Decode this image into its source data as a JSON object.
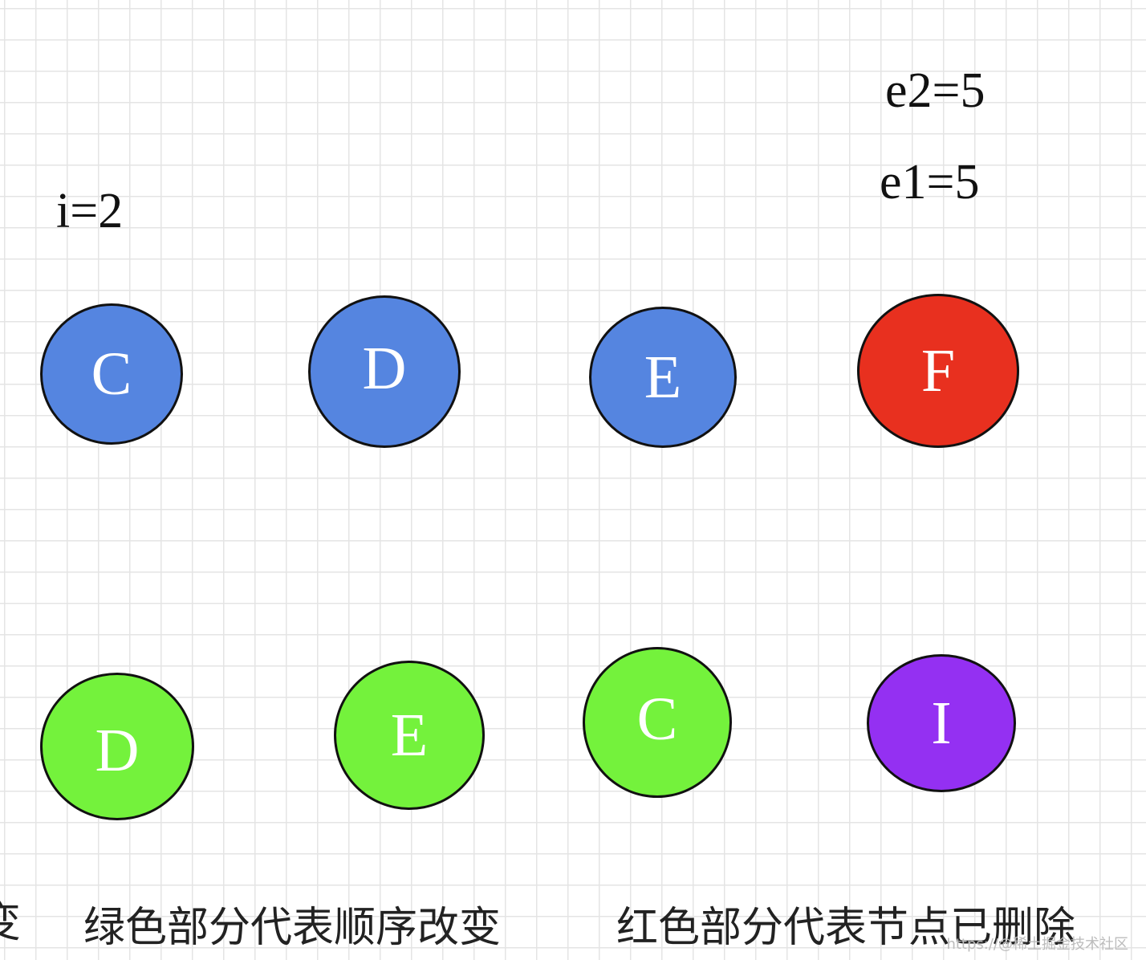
{
  "labels": {
    "e2": "e2=5",
    "e1": "e1=5",
    "i": "i=2"
  },
  "nodes": {
    "top": [
      {
        "letter": "C",
        "color": "#5585e0"
      },
      {
        "letter": "D",
        "color": "#5585e0"
      },
      {
        "letter": "E",
        "color": "#5585e0"
      },
      {
        "letter": "F",
        "color": "#e8301f"
      }
    ],
    "bottom": [
      {
        "letter": "D",
        "color": "#74f23c"
      },
      {
        "letter": "E",
        "color": "#74f23c"
      },
      {
        "letter": "C",
        "color": "#74f23c"
      },
      {
        "letter": "I",
        "color": "#9430f2"
      }
    ]
  },
  "captions": {
    "left_partial": "变",
    "green": "绿色部分代表顺序改变",
    "red": "红色部分代表节点已删除"
  },
  "watermark": "https://@稀土掘金技术社区"
}
